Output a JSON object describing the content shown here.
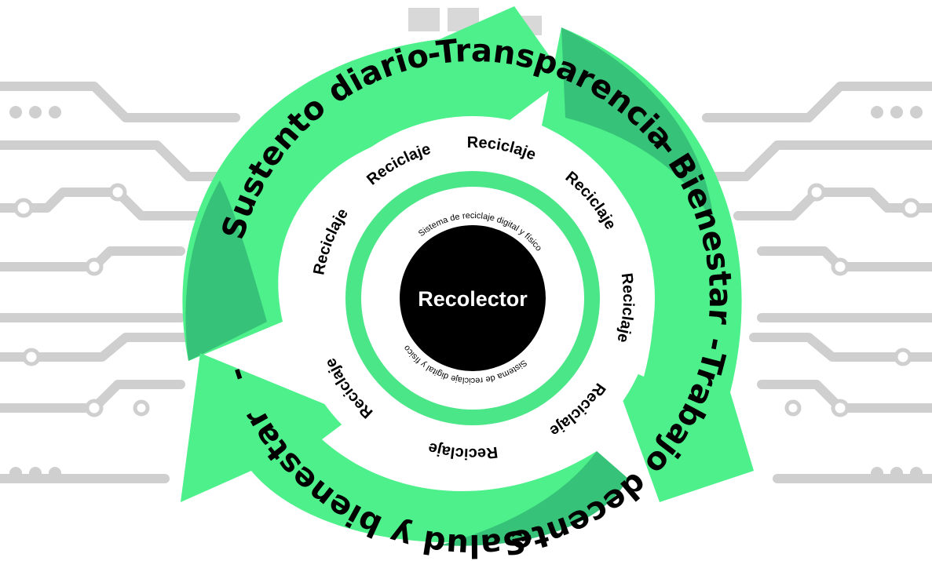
{
  "center": {
    "label": "Recolector"
  },
  "inner_ring": {
    "label": "Sistema de reciclaje digital y físico"
  },
  "middle_ring": {
    "labels": [
      "Reciclaje",
      "Reciclaje",
      "Reciclaje",
      "Reciclaje",
      "Reciclaje",
      "Reciclaje",
      "Reciclaje",
      "Reciclaje"
    ]
  },
  "outer_ring": {
    "segments": [
      "Sustento diario",
      "-",
      "Transparencia",
      "-",
      "Bienestar",
      "-",
      "Trabajo decente",
      "-",
      "Salud y bienestar",
      "-"
    ]
  },
  "colors": {
    "arrow_light": "#4df08a",
    "arrow_dark": "#36c278",
    "inner_ring": "#4be688",
    "center": "#000000",
    "circuit": "#cfcfcf"
  }
}
